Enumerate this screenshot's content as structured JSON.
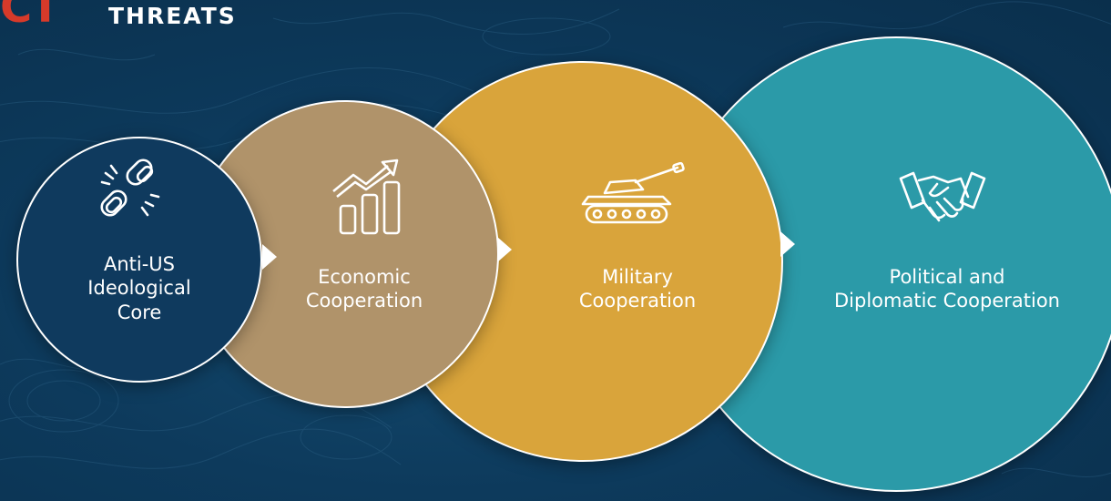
{
  "header": {
    "logo_mark": "CT",
    "logo_text": "THREATS"
  },
  "colors": {
    "background": "#0c3554",
    "stage1": "#0f3a5e",
    "stage2": "#b0936a",
    "stage3": "#d9a43b",
    "stage4": "#2b9aa8",
    "logo_red": "#d63a2a"
  },
  "stages": [
    {
      "icon": "broken-chain-icon",
      "lines": [
        "Anti-US",
        "Ideological",
        "Core"
      ]
    },
    {
      "icon": "growth-chart-icon",
      "lines": [
        "Economic",
        "Cooperation"
      ]
    },
    {
      "icon": "tank-icon",
      "lines": [
        "Military",
        "Cooperation"
      ]
    },
    {
      "icon": "handshake-icon",
      "lines": [
        "Political and",
        "Diplomatic Cooperation"
      ]
    }
  ]
}
